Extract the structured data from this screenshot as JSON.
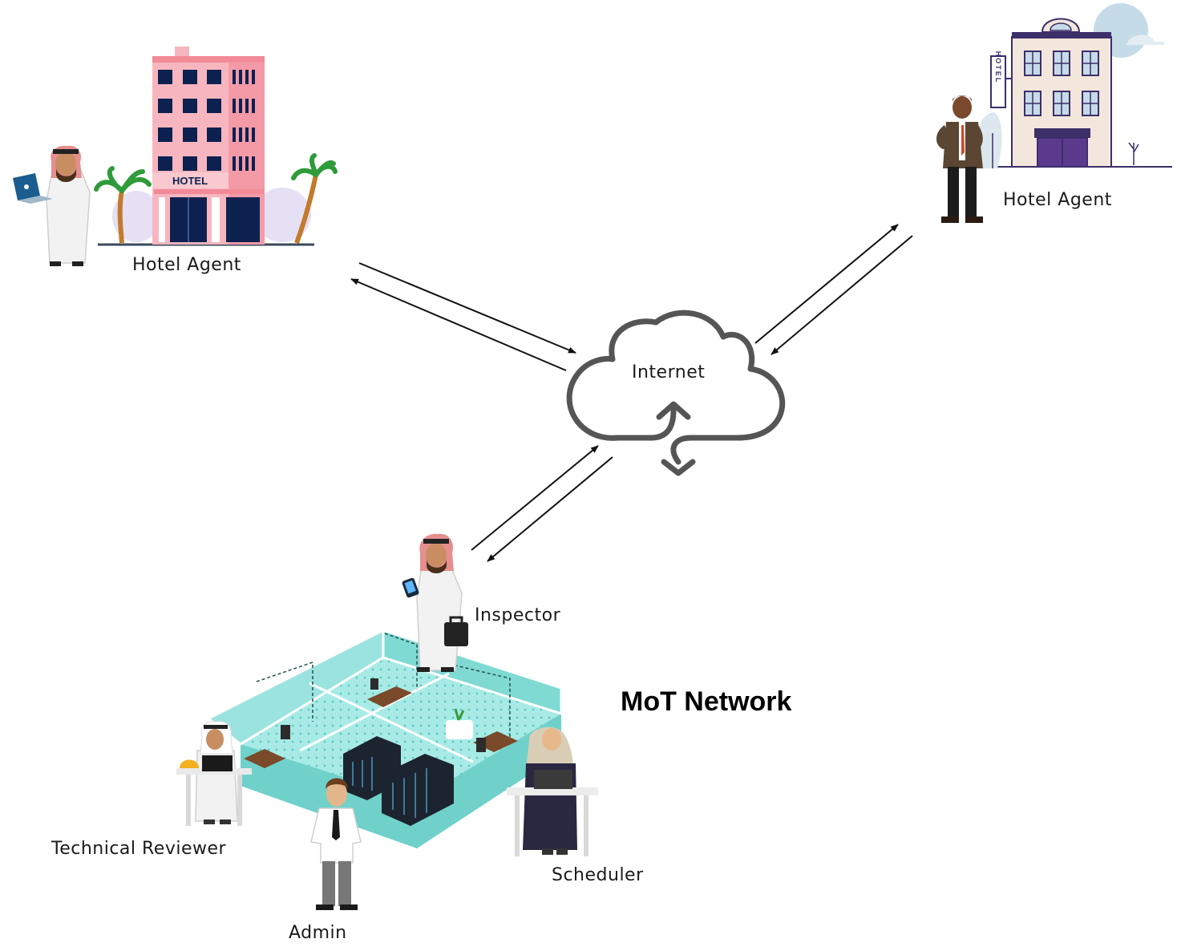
{
  "labels": {
    "hotel_agent_left": "Hotel Agent",
    "hotel_agent_right": "Hotel Agent",
    "internet": "Internet",
    "inspector": "Inspector",
    "network_title": "MoT Network",
    "technical_reviewer": "Technical Reviewer",
    "admin": "Admin",
    "scheduler": "Scheduler"
  },
  "signs": {
    "hotel_left": "HOTEL",
    "hotel_right": "HOTEL"
  },
  "colors": {
    "arrow": "#111111",
    "cloud": "#555555",
    "pink_building": "#f7b6bf",
    "window_navy": "#0d2150",
    "office_teal": "#8fe0dc",
    "thobe": "#f2f2f2",
    "shemagh": "#e58f8f"
  }
}
